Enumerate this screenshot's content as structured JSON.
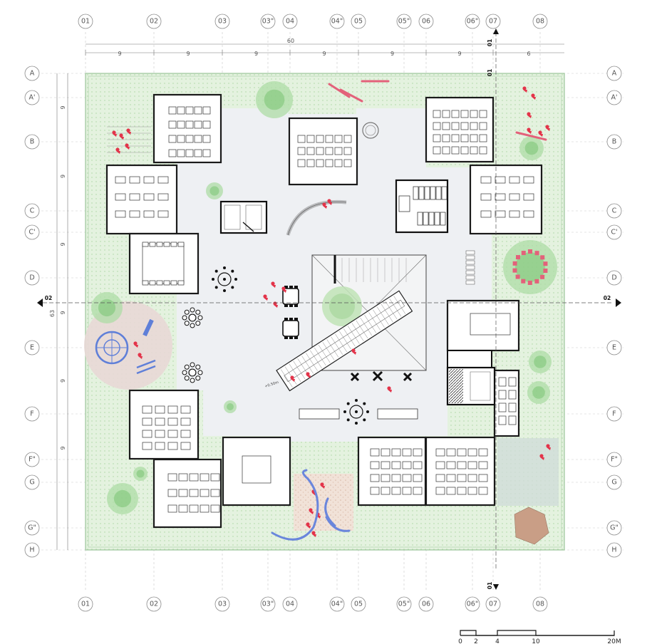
{
  "column_labels": [
    "01",
    "02",
    "03",
    "03\"",
    "04",
    "04\"",
    "05",
    "05\"",
    "06",
    "06\"",
    "07",
    "08"
  ],
  "row_labels": [
    "A",
    "A'",
    "B",
    "C",
    "C'",
    "D",
    "E",
    "F",
    "F\"",
    "G",
    "G\"",
    "H"
  ],
  "top_dimensions": [
    "9",
    "9",
    "9",
    "9",
    "9",
    "9",
    "6"
  ],
  "total_width": "60",
  "left_dimensions": [
    "9",
    "9",
    "9",
    "9",
    "9",
    "9"
  ],
  "total_height": "63",
  "section_marks": {
    "vertical": "01",
    "horizontal": "02"
  },
  "level_note": "+0.50m",
  "scale_bar": {
    "ticks": [
      "0",
      "2",
      "4",
      "10",
      "20M"
    ]
  },
  "colors": {
    "site_green": "#dcefd6",
    "courtyard_grey": "#eef0f2",
    "accent_red": "#e3344a",
    "accent_blue": "#5f7fd8",
    "wall": "#1a1a1a",
    "tree_green": "#8fd08a",
    "sand_patch": "#ecd9cc",
    "grey_patch": "#c9d9d5",
    "brown_rock": "#c99e86"
  }
}
